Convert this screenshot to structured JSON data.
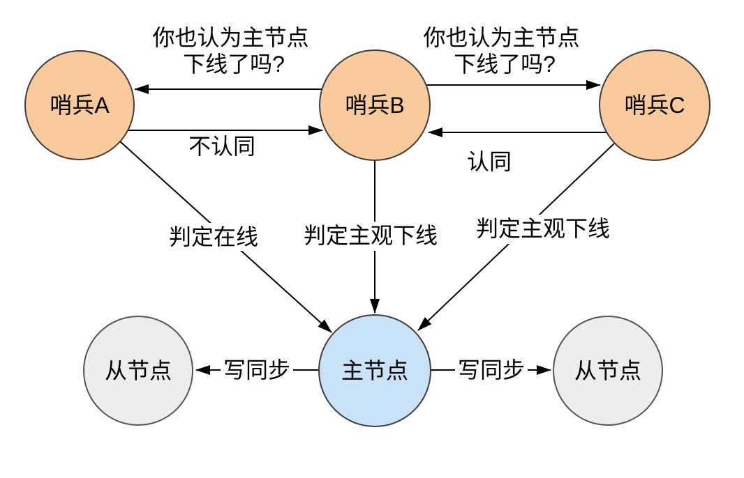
{
  "diagram": {
    "title_semantic": "redis-sentinel-failover-diagram",
    "colors": {
      "background": "#ffffff",
      "sentinel_fill": "#F9CB9C",
      "master_fill": "#C9E2F8",
      "slave_fill": "#EDEDED",
      "sentinel_stroke": "#3D3D3D",
      "master_stroke": "#3D3D3D",
      "slave_stroke": "#555555",
      "line_color": "#000000",
      "text_color": "#000000"
    },
    "nodes": {
      "sentinel_a": {
        "label": "哨兵A"
      },
      "sentinel_b": {
        "label": "哨兵B"
      },
      "sentinel_c": {
        "label": "哨兵C"
      },
      "master": {
        "label": "主节点"
      },
      "slave_left": {
        "label": "从节点"
      },
      "slave_right": {
        "label": "从节点"
      }
    },
    "edge_labels": {
      "question_left_line1": "你也认为主节点",
      "question_left_line2": "下线了吗?",
      "question_right_line1": "你也认为主节点",
      "question_right_line2": "下线了吗?",
      "disagree": "不认同",
      "agree": "认同",
      "judge_online": "判定在线",
      "judge_subjective_down_from_b": "判定主观下线",
      "judge_subjective_down_from_c": "判定主观下线",
      "write_sync_left": "写同步",
      "write_sync_right": "写同步"
    }
  }
}
